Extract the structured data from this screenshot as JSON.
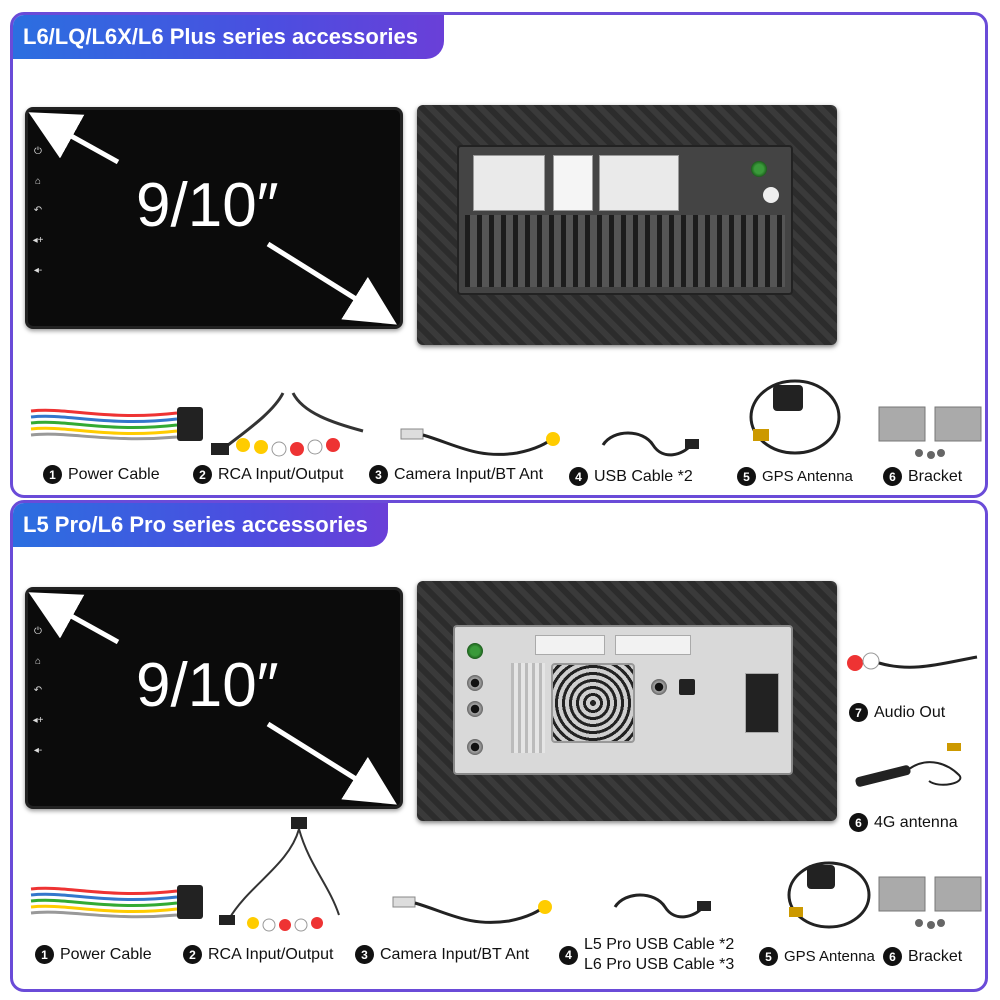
{
  "sections": [
    {
      "title": "L6/LQ/L6X/L6 Plus series accessories",
      "screen_size": "9/10″",
      "accessories": [
        {
          "num": "1",
          "label": "Power Cable"
        },
        {
          "num": "2",
          "label": "RCA Input/Output"
        },
        {
          "num": "3",
          "label": "Camera Input/BT Ant"
        },
        {
          "num": "4",
          "label": "USB Cable *2"
        },
        {
          "num": "5",
          "label": "GPS Antenna"
        },
        {
          "num": "6",
          "label": "Bracket"
        }
      ]
    },
    {
      "title": "L5 Pro/L6 Pro series accessories",
      "screen_size": "9/10″",
      "accessories": [
        {
          "num": "1",
          "label": "Power Cable"
        },
        {
          "num": "2",
          "label": "RCA Input/Output"
        },
        {
          "num": "3",
          "label": "Camera Input/BT Ant"
        },
        {
          "num": "4",
          "label_line1": "L5 Pro USB Cable *2",
          "label_line2": "L6 Pro USB Cable *3"
        },
        {
          "num": "5",
          "label": "GPS Antenna"
        },
        {
          "num": "6",
          "label": "Bracket"
        },
        {
          "num": "7",
          "label": "Audio Out"
        },
        {
          "num": "6",
          "label": "4G antenna"
        }
      ]
    }
  ],
  "colors": {
    "border": "#6a4bd8",
    "tag_start": "#2b6fe0",
    "tag_end": "#6a3fd8"
  },
  "icons": {
    "screen_buttons": [
      "power-icon",
      "home-icon",
      "back-icon",
      "volume-up-icon",
      "volume-down-icon"
    ]
  }
}
